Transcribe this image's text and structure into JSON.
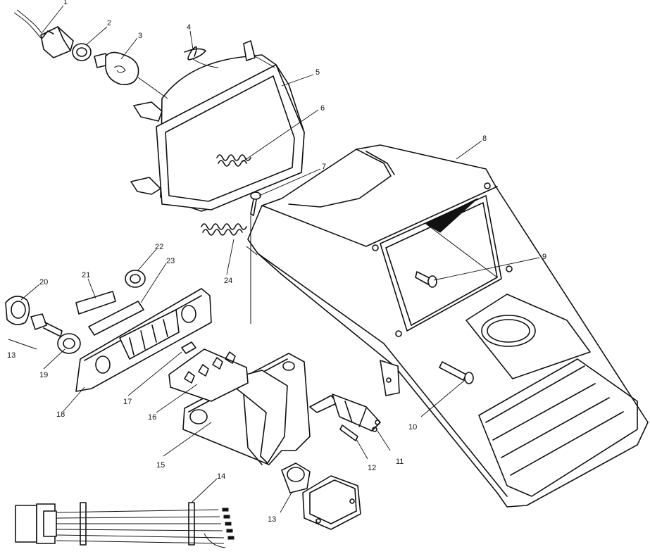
{
  "callouts": {
    "c1": "1",
    "c2": "2",
    "c3": "3",
    "c4": "4",
    "c5": "5",
    "c6": "6",
    "c7": "7",
    "c8": "8",
    "c9": "9",
    "c10": "10",
    "c11": "11",
    "c12": "12",
    "c13a": "13",
    "c13b": "13",
    "c14": "14",
    "c15": "15",
    "c16": "16",
    "c17": "17",
    "c18": "18",
    "c19": "19",
    "c20": "20",
    "c21": "21",
    "c22": "22",
    "c23": "23",
    "c24": "24"
  }
}
